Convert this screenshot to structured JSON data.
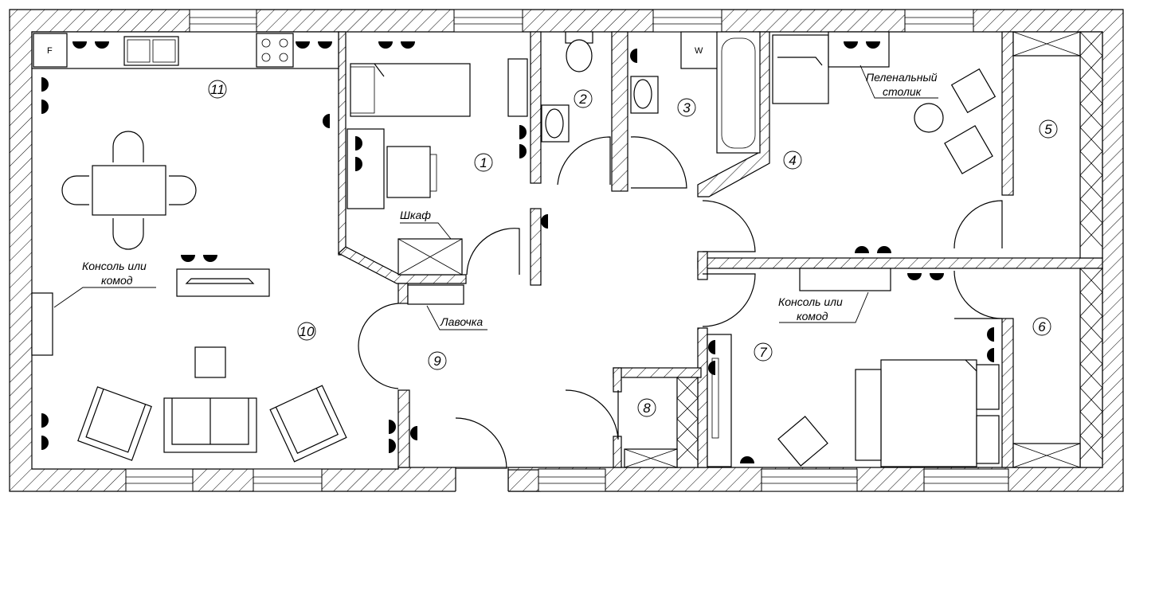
{
  "plan": {
    "rooms": [
      {
        "id": "room-1",
        "number": "1"
      },
      {
        "id": "room-2",
        "number": "2"
      },
      {
        "id": "room-3",
        "number": "3"
      },
      {
        "id": "room-4",
        "number": "4"
      },
      {
        "id": "room-5",
        "number": "5"
      },
      {
        "id": "room-6",
        "number": "6"
      },
      {
        "id": "room-7",
        "number": "7"
      },
      {
        "id": "room-8",
        "number": "8"
      },
      {
        "id": "room-9",
        "number": "9"
      },
      {
        "id": "room-10",
        "number": "10"
      },
      {
        "id": "room-11",
        "number": "11"
      }
    ],
    "labels": {
      "wardrobe": "Шкаф",
      "bench": "Лавочка",
      "changing_table_1": "Пеленальный",
      "changing_table_2": "столик",
      "console_living_1": "Консоль или",
      "console_living_2": "комод",
      "console_bedroom_1": "Консоль или",
      "console_bedroom_2": "комод"
    },
    "appliances": {
      "fridge": "F",
      "washer": "W"
    },
    "colors": {
      "socket": "#e0101a",
      "wall_outline": "#000000",
      "background": "#ffffff"
    }
  }
}
